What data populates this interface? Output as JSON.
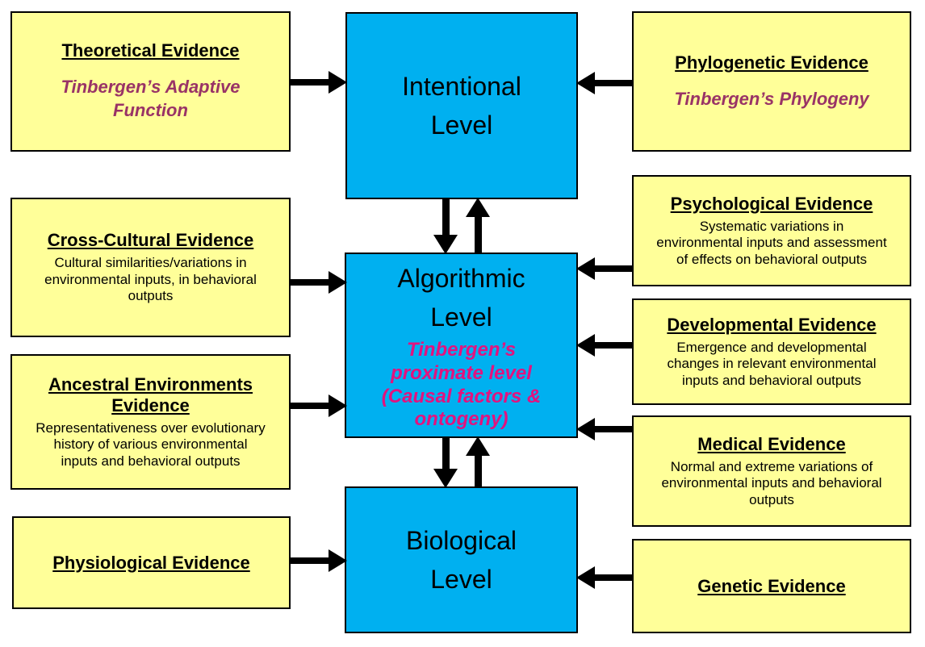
{
  "colors": {
    "background": "#FFFFFF",
    "evidence_box_fill": "#FFFF99",
    "level_box_fill": "#00B0F0",
    "border": "#000000",
    "arrow": "#000000",
    "tinbergen_purple": "#993366",
    "tinbergen_pink": "#E3127E",
    "text": "#000000"
  },
  "levels": {
    "intentional": {
      "title": "Intentional\nLevel"
    },
    "algorithmic": {
      "title": "Algorithmic\nLevel",
      "subtitle": "Tinbergen’s\nproximate level\n(Causal factors &\nontogeny)"
    },
    "biological": {
      "title": "Biological\nLevel"
    }
  },
  "evidence": {
    "theoretical": {
      "heading": "Theoretical Evidence",
      "subtitle": "Tinbergen’s Adaptive\nFunction"
    },
    "phylogenetic": {
      "heading": "Phylogenetic Evidence",
      "subtitle": "Tinbergen’s Phylogeny"
    },
    "cross_cultural": {
      "heading": "Cross-Cultural Evidence",
      "body": "Cultural similarities/variations in\nenvironmental inputs, in behavioral\noutputs"
    },
    "psychological": {
      "heading": "Psychological Evidence",
      "body": "Systematic variations in\nenvironmental inputs and assessment\nof effects on behavioral outputs"
    },
    "developmental": {
      "heading": "Developmental Evidence",
      "body": "Emergence and developmental\nchanges in relevant environmental\ninputs and behavioral outputs"
    },
    "ancestral": {
      "heading": "Ancestral Environments\nEvidence",
      "body": "Representativeness over evolutionary\nhistory of various environmental\ninputs and behavioral outputs"
    },
    "medical": {
      "heading": "Medical Evidence",
      "body": "Normal and extreme variations of\nenvironmental inputs and behavioral\noutputs"
    },
    "physiological": {
      "heading": "Physiological Evidence"
    },
    "genetic": {
      "heading": "Genetic Evidence"
    }
  },
  "connections": [
    {
      "from": "theoretical-evidence",
      "to": "intentional-level",
      "direction": "right"
    },
    {
      "from": "phylogenetic-evidence",
      "to": "intentional-level",
      "direction": "left"
    },
    {
      "from": "cross-cultural-evidence",
      "to": "algorithmic-level",
      "direction": "right"
    },
    {
      "from": "ancestral-environments-evidence",
      "to": "algorithmic-level",
      "direction": "right"
    },
    {
      "from": "psychological-evidence",
      "to": "algorithmic-level",
      "direction": "left"
    },
    {
      "from": "developmental-evidence",
      "to": "algorithmic-level",
      "direction": "left"
    },
    {
      "from": "medical-evidence",
      "to": "algorithmic-level",
      "direction": "left"
    },
    {
      "from": "physiological-evidence",
      "to": "biological-level",
      "direction": "right"
    },
    {
      "from": "genetic-evidence",
      "to": "biological-level",
      "direction": "left"
    },
    {
      "from": "intentional-level",
      "to": "algorithmic-level",
      "direction": "down"
    },
    {
      "from": "algorithmic-level",
      "to": "intentional-level",
      "direction": "up"
    },
    {
      "from": "algorithmic-level",
      "to": "biological-level",
      "direction": "down"
    },
    {
      "from": "biological-level",
      "to": "algorithmic-level",
      "direction": "up"
    }
  ]
}
